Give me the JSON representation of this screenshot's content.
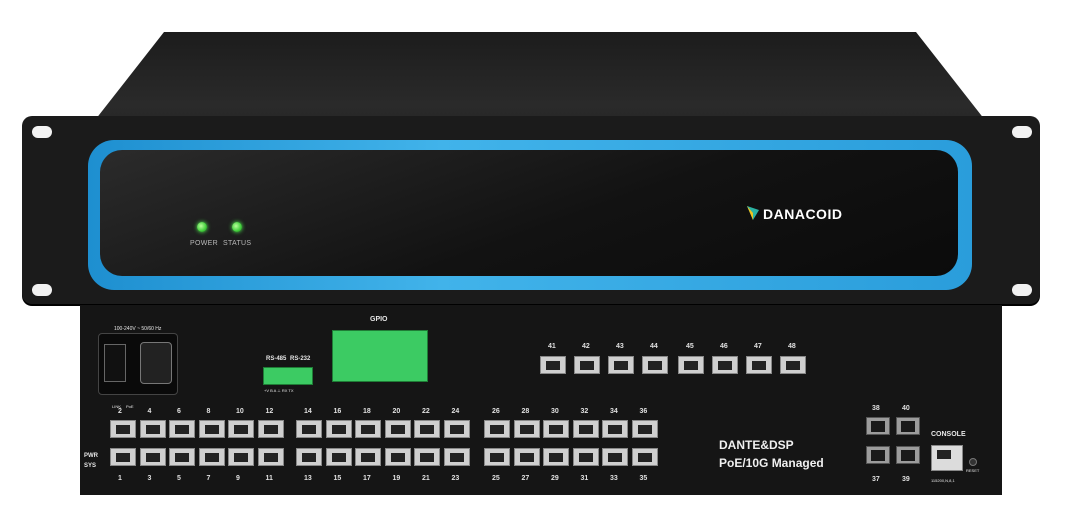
{
  "front_panel": {
    "brand": "DANACOID",
    "leds": [
      {
        "label": "POWER",
        "color": "#3fcc3a"
      },
      {
        "label": "STATUS",
        "color": "#3fcc3a"
      }
    ],
    "bezel_color": "#2a9ddb"
  },
  "back_panel": {
    "power_label": "100-240V ~ 50/60 Hz",
    "gpio_label": "GPIO",
    "rs485_label": "RS-485",
    "rs232_label": "RS-232",
    "serial_pins": "+V  B  A  ⊥  RX  TX",
    "console_label": "CONSOLE",
    "console_baud": "115200,N,8,1",
    "reset_label": "RESET",
    "pwr_label": "PWR",
    "sys_label": "SYS",
    "link_label": "LINK",
    "poe_label": "PoE",
    "product_line1": "DANTE&DSP",
    "product_line2": "PoE/10G Managed",
    "top_row_labels": [
      "2",
      "4",
      "6",
      "8",
      "10",
      "12",
      "14",
      "16",
      "18",
      "20",
      "22",
      "24",
      "26",
      "28",
      "30",
      "32",
      "34",
      "36"
    ],
    "bottom_row_labels": [
      "1",
      "3",
      "5",
      "7",
      "9",
      "11",
      "13",
      "15",
      "17",
      "19",
      "21",
      "23",
      "25",
      "27",
      "29",
      "31",
      "33",
      "35"
    ],
    "upper_ports": [
      "41",
      "42",
      "43",
      "44",
      "45",
      "46",
      "47",
      "48"
    ],
    "sfp_top": [
      "38",
      "40"
    ],
    "sfp_bottom": [
      "37",
      "39"
    ]
  }
}
